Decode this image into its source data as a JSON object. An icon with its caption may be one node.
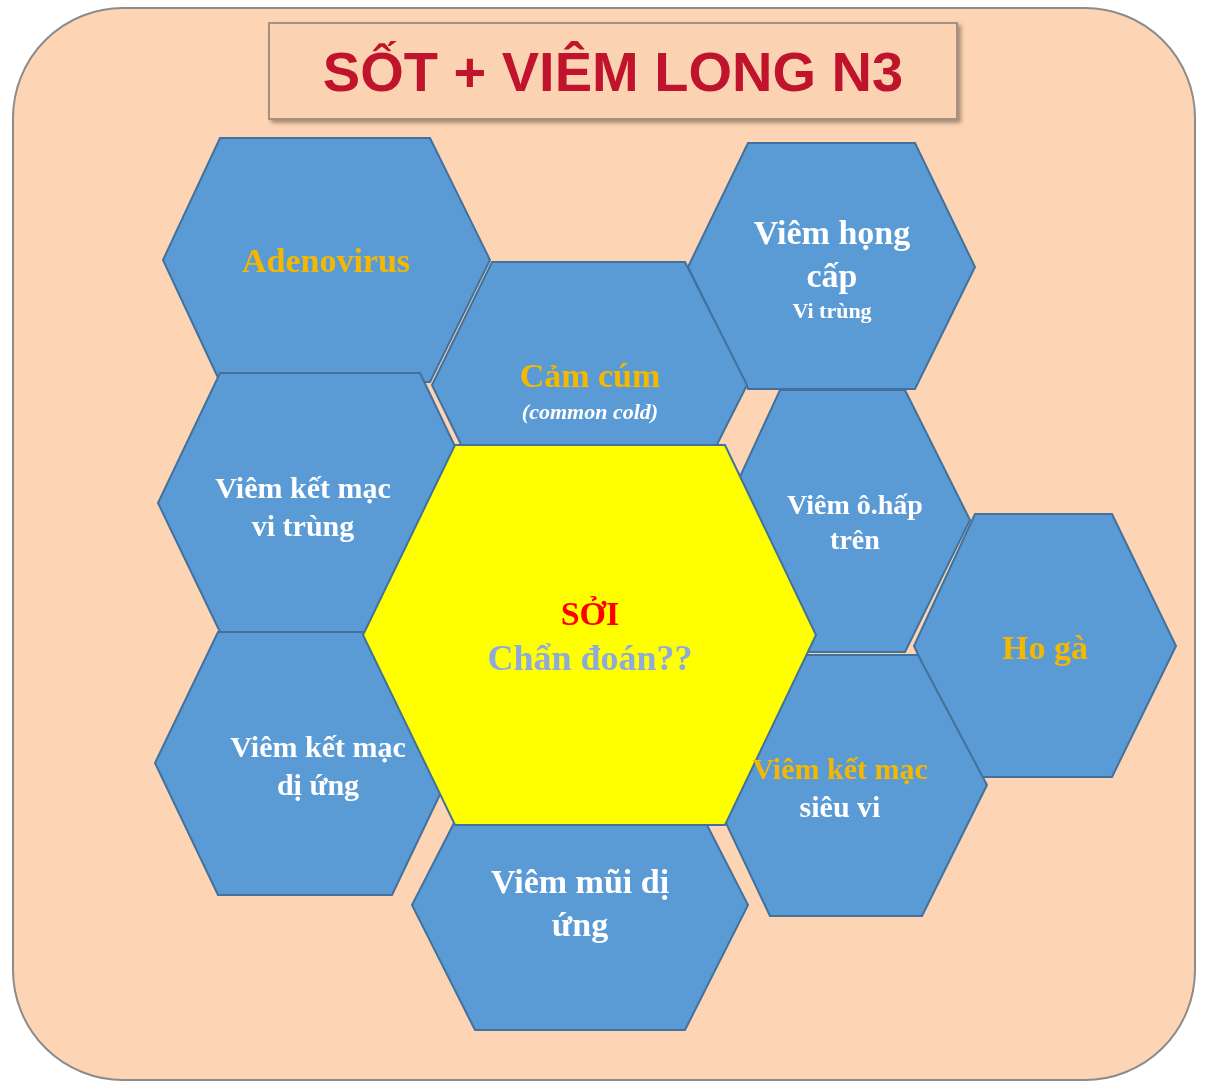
{
  "diagram": {
    "title": "SỐT + VIÊM LONG N3",
    "nodes": [
      {
        "text": [
          "Adenovirus"
        ]
      },
      {
        "text": [
          "Viêm họng cấp",
          "Vi trùng"
        ]
      },
      {
        "text": [
          "Cảm cúm",
          "(common cold)"
        ]
      },
      {
        "text": [
          "Viêm kết mạc vi trùng"
        ]
      },
      {
        "text": [
          "Viêm ô.hấp trên"
        ]
      },
      {
        "text": [
          "SỞI",
          "Chẩn đoán??"
        ]
      },
      {
        "text": [
          "Ho gà"
        ]
      },
      {
        "text": [
          "Viêm kết mạc dị ứng"
        ]
      },
      {
        "text": [
          "Viêm kết mạc",
          "siêu vi"
        ]
      },
      {
        "text": [
          "Viêm mũi dị ứng"
        ]
      }
    ],
    "edges": []
  }
}
